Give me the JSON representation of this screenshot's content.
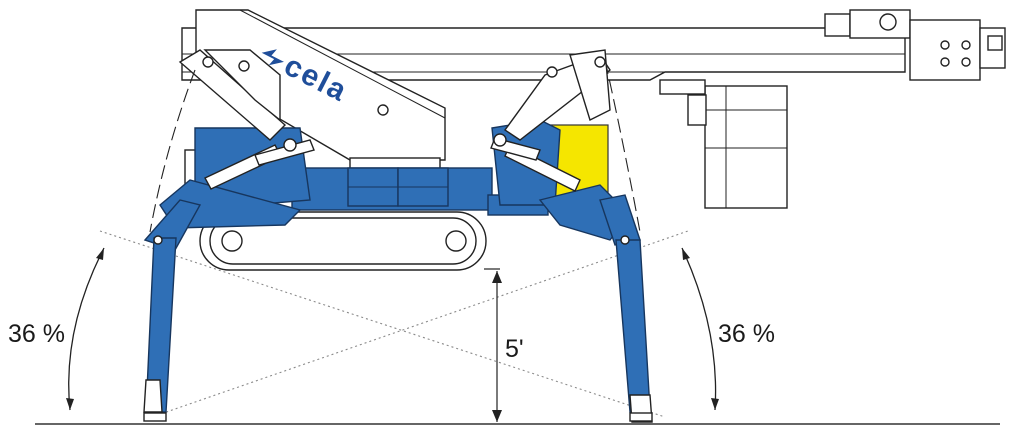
{
  "labels": {
    "left_slope": "36 %",
    "right_slope": "36 %",
    "height": "5'"
  },
  "logo": {
    "brand": "cela"
  },
  "colors": {
    "outrigger_blue": "#2f6fb6",
    "accent_yellow": "#f5e600"
  }
}
